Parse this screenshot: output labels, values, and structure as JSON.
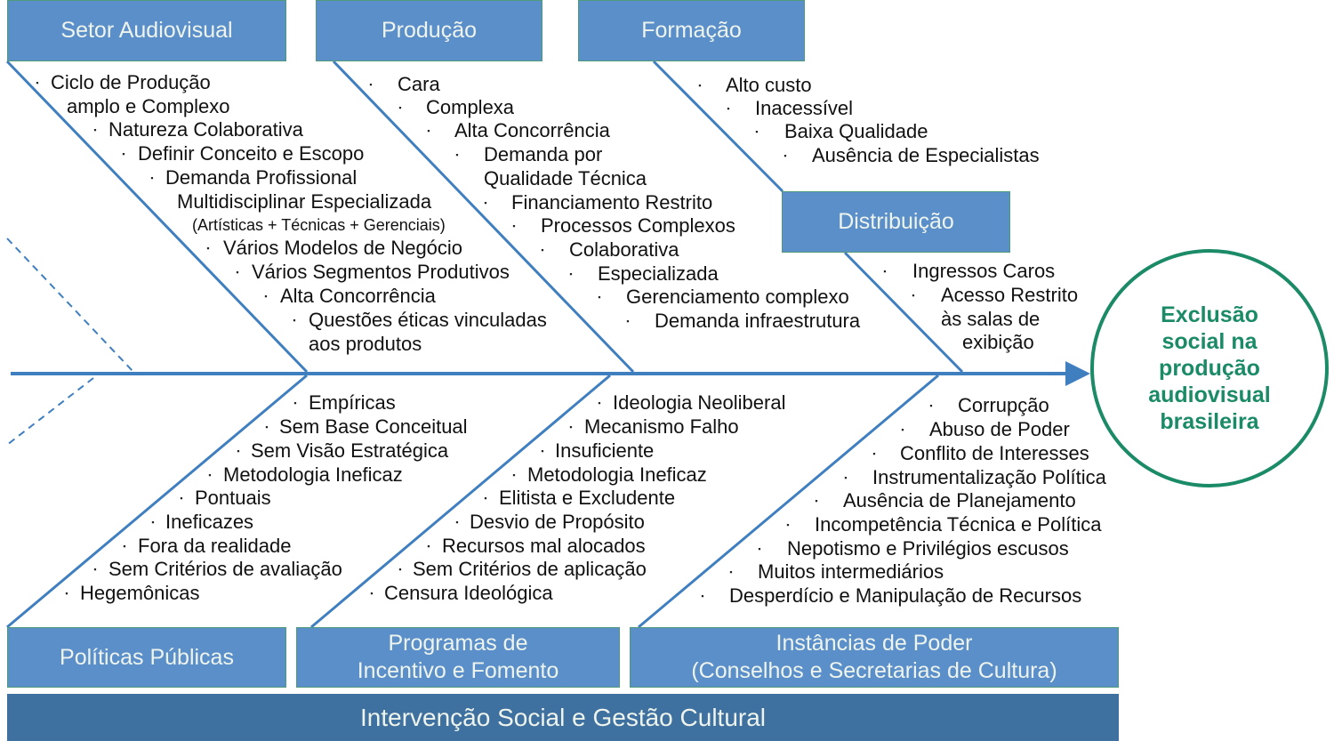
{
  "effect": "Exclusão social na produção audiovisual brasileira",
  "bottom_bar": "Intervenção Social e Gestão Cultural",
  "colors": {
    "box": "#5b8fca",
    "bar": "#3e70a0",
    "bone": "#3f7fc0",
    "effect": "#1b8a66"
  },
  "branches": [
    {
      "title": "Setor Audiovisual",
      "items": [
        [
          "Ciclo de Produção",
          "amplo e Complexo"
        ],
        [
          "Natureza Colaborativa"
        ],
        [
          "Definir Conceito e Escopo"
        ],
        [
          "Demanda Profissional",
          "Multidisciplinar Especializada",
          "(Artísticas + Técnicas + Gerenciais)"
        ],
        [
          "Vários Modelos de Negócio"
        ],
        [
          "Vários Segmentos Produtivos"
        ],
        [
          "Alta Concorrência"
        ],
        [
          "Questões éticas vinculadas",
          "aos produtos"
        ]
      ]
    },
    {
      "title": "Produção",
      "items": [
        [
          "Cara"
        ],
        [
          "Complexa"
        ],
        [
          "Alta Concorrência"
        ],
        [
          "Demanda por",
          "Qualidade Técnica"
        ],
        [
          "Financiamento Restrito"
        ],
        [
          "Processos Complexos"
        ],
        [
          "Colaborativa"
        ],
        [
          "Especializada"
        ],
        [
          "Gerenciamento complexo"
        ],
        [
          "Demanda infraestrutura"
        ]
      ]
    },
    {
      "title": "Formação",
      "items": [
        [
          "Alto custo"
        ],
        [
          "Inacessível"
        ],
        [
          "Baixa Qualidade"
        ],
        [
          "Ausência de Especialistas"
        ]
      ]
    },
    {
      "title": "Distribuição",
      "items": [
        [
          "Ingressos Caros"
        ],
        [
          "Acesso Restrito",
          "às salas de",
          "exibição"
        ]
      ]
    },
    {
      "title": "Políticas Públicas",
      "items": [
        [
          "Empíricas"
        ],
        [
          "Sem Base Conceitual"
        ],
        [
          "Sem Visão Estratégica"
        ],
        [
          "Metodologia Ineficaz"
        ],
        [
          "Pontuais"
        ],
        [
          "Ineficazes"
        ],
        [
          "Fora da realidade"
        ],
        [
          "Sem Critérios de avaliação"
        ],
        [
          "Hegemônicas"
        ]
      ]
    },
    {
      "title": "Programas de Incentivo e Fomento",
      "title_lines": [
        "Programas de",
        "Incentivo e Fomento"
      ],
      "items": [
        [
          "Ideologia Neoliberal"
        ],
        [
          "Mecanismo Falho"
        ],
        [
          "Insuficiente"
        ],
        [
          "Metodologia Ineficaz"
        ],
        [
          "Elitista e Excludente"
        ],
        [
          "Desvio de Propósito"
        ],
        [
          "Recursos mal alocados"
        ],
        [
          "Sem Critérios de aplicação"
        ],
        [
          "Censura Ideológica"
        ]
      ]
    },
    {
      "title": "Instâncias de Poder (Conselhos e Secretarias de Cultura)",
      "title_lines": [
        "Instâncias de Poder",
        "(Conselhos e Secretarias de Cultura)"
      ],
      "items": [
        [
          "Corrupção"
        ],
        [
          "Abuso de Poder"
        ],
        [
          "Conflito de Interesses"
        ],
        [
          "Instrumentalização Política"
        ],
        [
          "Ausência de Planejamento"
        ],
        [
          "Incompetência Técnica e Política"
        ],
        [
          "Nepotismo e Privilégios escusos"
        ],
        [
          "Muitos intermediários"
        ],
        [
          "Desperdício e Manipulação de Recursos"
        ]
      ]
    }
  ]
}
